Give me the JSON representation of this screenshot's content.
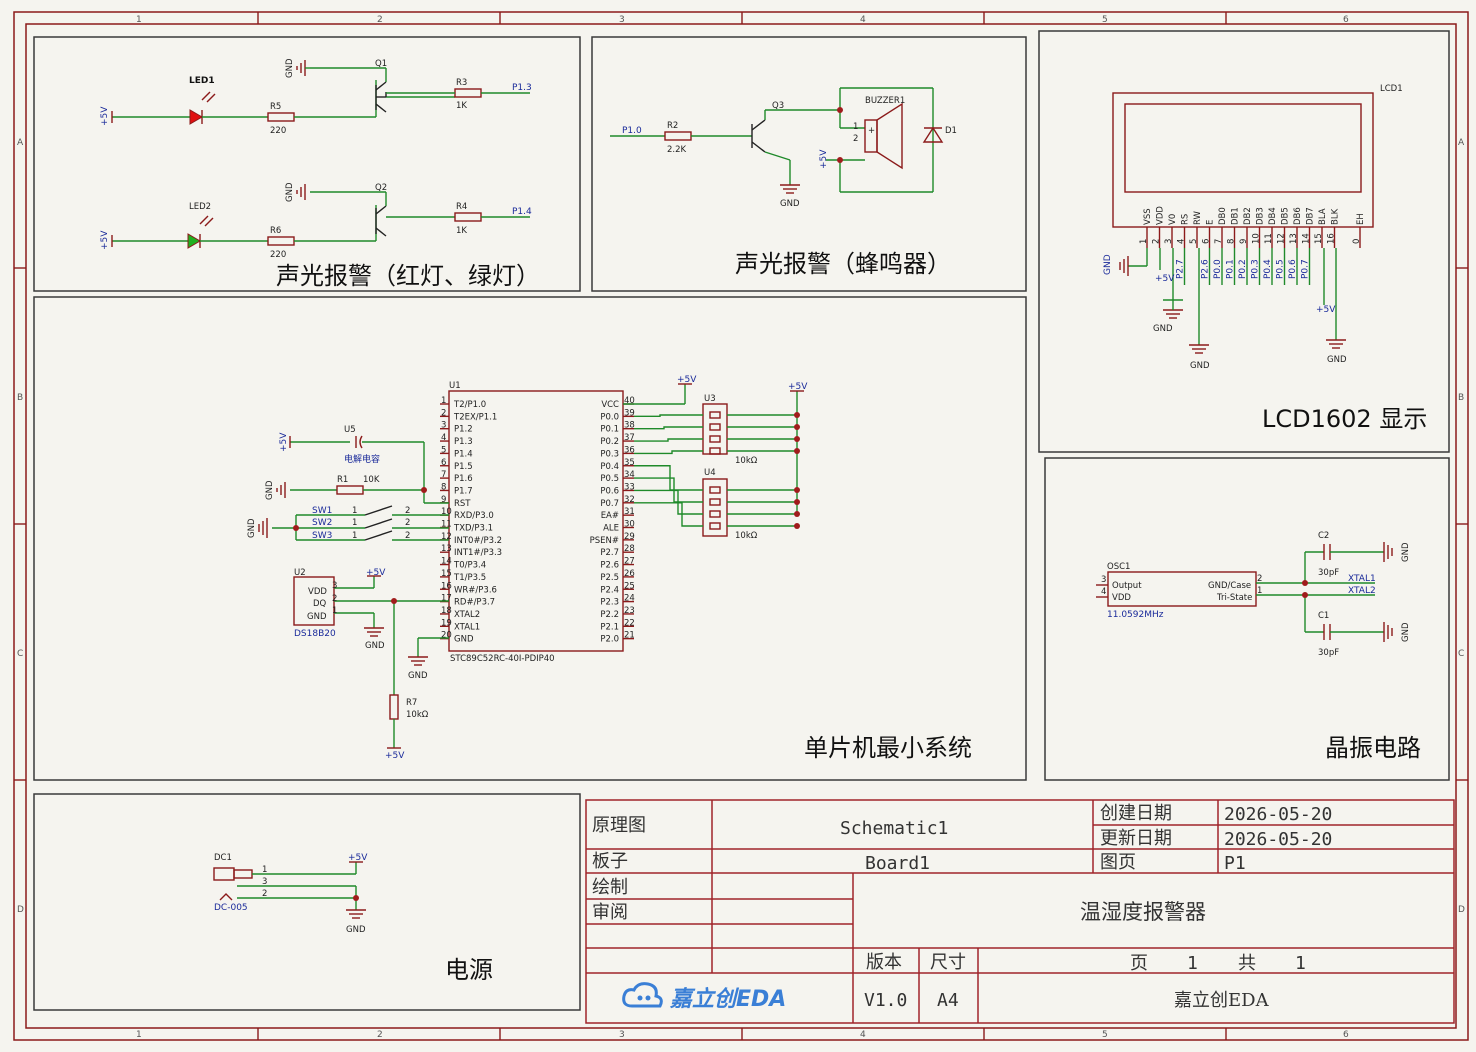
{
  "border": {
    "cols": [
      "1",
      "2",
      "3",
      "4",
      "5",
      "6"
    ],
    "rows": [
      "A",
      "B",
      "C",
      "D"
    ]
  },
  "panels": {
    "led_alarm": "声光报警（红灯、绿灯）",
    "buzzer_alarm": "声光报警（蜂鸣器）",
    "lcd": "LCD1602 显示",
    "mcu": "单片机最小系统",
    "crystal": "晶振电路",
    "power": "电源"
  },
  "led_section": {
    "led1": "LED1",
    "led2": "LED2",
    "r5": "R5",
    "r5v": "220",
    "r6": "R6",
    "r6v": "220",
    "q1": "Q1",
    "q2": "Q2",
    "r3": "R3",
    "r3v": "1K",
    "r4": "R4",
    "r4v": "1K",
    "p13": "P1.3",
    "p14": "P1.4",
    "vcc": "+5V",
    "gnd": "GND"
  },
  "buzzer_section": {
    "p10": "P1.0",
    "r2": "R2",
    "r2v": "2.2K",
    "q3": "Q3",
    "buzzer": "BUZZER1",
    "d1": "D1",
    "vcc": "+5V",
    "gnd": "GND",
    "pin1": "1",
    "pin2": "2",
    "plus": "+"
  },
  "lcd_section": {
    "name": "LCD1602",
    "ref": "LCD1",
    "pins": [
      "VSS",
      "VDD",
      "V0",
      "RS",
      "RW",
      "E",
      "DB0",
      "DB1",
      "DB2",
      "DB3",
      "DB4",
      "DB5",
      "DB6",
      "DB7",
      "BLA",
      "BLK",
      "EH"
    ],
    "numbers": [
      "1",
      "2",
      "3",
      "4",
      "5",
      "6",
      "7",
      "8",
      "9",
      "10",
      "11",
      "12",
      "13",
      "14",
      "15",
      "16",
      "0"
    ],
    "nets": [
      "P2.7",
      "P2.6",
      "P0.0",
      "P0.1",
      "P0.2",
      "P0.3",
      "P0.4",
      "P0.5",
      "P0.6",
      "P0.7"
    ],
    "vcc": "+5V",
    "gnd": "GND"
  },
  "mcu_section": {
    "u1": "U1",
    "part": "STC89C52RC-40I-PDIP40",
    "left_pins": [
      "T2/P1.0",
      "T2EX/P1.1",
      "P1.2",
      "P1.3",
      "P1.4",
      "P1.5",
      "P1.6",
      "P1.7",
      "RST",
      "RXD/P3.0",
      "TXD/P3.1",
      "INT0#/P3.2",
      "INT1#/P3.3",
      "T0/P3.4",
      "T1/P3.5",
      "WR#/P3.6",
      "RD#/P3.7",
      "XTAL2",
      "XTAL1",
      "GND"
    ],
    "left_nums": [
      "1",
      "2",
      "3",
      "4",
      "5",
      "6",
      "7",
      "8",
      "9",
      "10",
      "11",
      "12",
      "13",
      "14",
      "15",
      "16",
      "17",
      "18",
      "19",
      "20"
    ],
    "right_pins": [
      "VCC",
      "P0.0",
      "P0.1",
      "P0.2",
      "P0.3",
      "P0.4",
      "P0.5",
      "P0.6",
      "P0.7",
      "EA#",
      "ALE",
      "PSEN#",
      "P2.7",
      "P2.6",
      "P2.5",
      "P2.4",
      "P2.3",
      "P2.2",
      "P2.1",
      "P2.0"
    ],
    "right_nums": [
      "40",
      "39",
      "38",
      "37",
      "36",
      "35",
      "34",
      "33",
      "32",
      "31",
      "30",
      "29",
      "28",
      "27",
      "26",
      "25",
      "24",
      "23",
      "22",
      "21"
    ],
    "u3": "U3",
    "u4": "U4",
    "res": "10kΩ",
    "u5": "U5",
    "cap": "电解电容",
    "r1": "R1",
    "r1v": "10K",
    "sw1": "SW1",
    "sw2": "SW2",
    "sw3": "SW3",
    "one": "1",
    "two": "2",
    "u2": "U2",
    "ds": "DS18B20",
    "vdd": "VDD",
    "dq": "DQ",
    "gnd": "GND",
    "r7": "R7",
    "r7v": "10kΩ",
    "vcc": "+5V",
    "p3": "3",
    "p2": "2",
    "p1": "1"
  },
  "crystal_section": {
    "osc": "OSC1",
    "out": "Output",
    "vdd": "VDD",
    "gndcase": "GND/Case",
    "tri": "Tri-State",
    "freq": "11.0592MHz",
    "c1": "C1",
    "c2": "C2",
    "cv": "30pF",
    "x1": "XTAL1",
    "x2": "XTAL2",
    "gnd": "GND",
    "n3": "3",
    "n4": "4",
    "n2": "2",
    "n1": "1"
  },
  "power_section": {
    "dc": "DC1",
    "part": "DC-005",
    "vcc": "+5V",
    "gnd": "GND",
    "n1": "1",
    "n3": "3",
    "n2": "2"
  },
  "title_block": {
    "schematic_label": "原理图",
    "schematic": "Schematic1",
    "board_label": "板子",
    "board": "Board1",
    "draw_label": "绘制",
    "review_label": "审阅",
    "created_label": "创建日期",
    "created": "2026-05-20",
    "updated_label": "更新日期",
    "updated": "2026-05-20",
    "page_label": "图页",
    "page": "P1",
    "project": "温湿度报警器",
    "version_label": "版本",
    "version": "V1.0",
    "size_label": "尺寸",
    "size": "A4",
    "sheet": "页",
    "sheet_no": "1",
    "total": "共",
    "total_no": "1",
    "logo": "嘉立创EDA",
    "company": "嘉立创EDA"
  },
  "colors": {
    "wire": "#1f8a2a",
    "frame": "#8b1a1a",
    "net": "#1a2a9a",
    "led_red": "#e01010",
    "led_green": "#20b020"
  }
}
